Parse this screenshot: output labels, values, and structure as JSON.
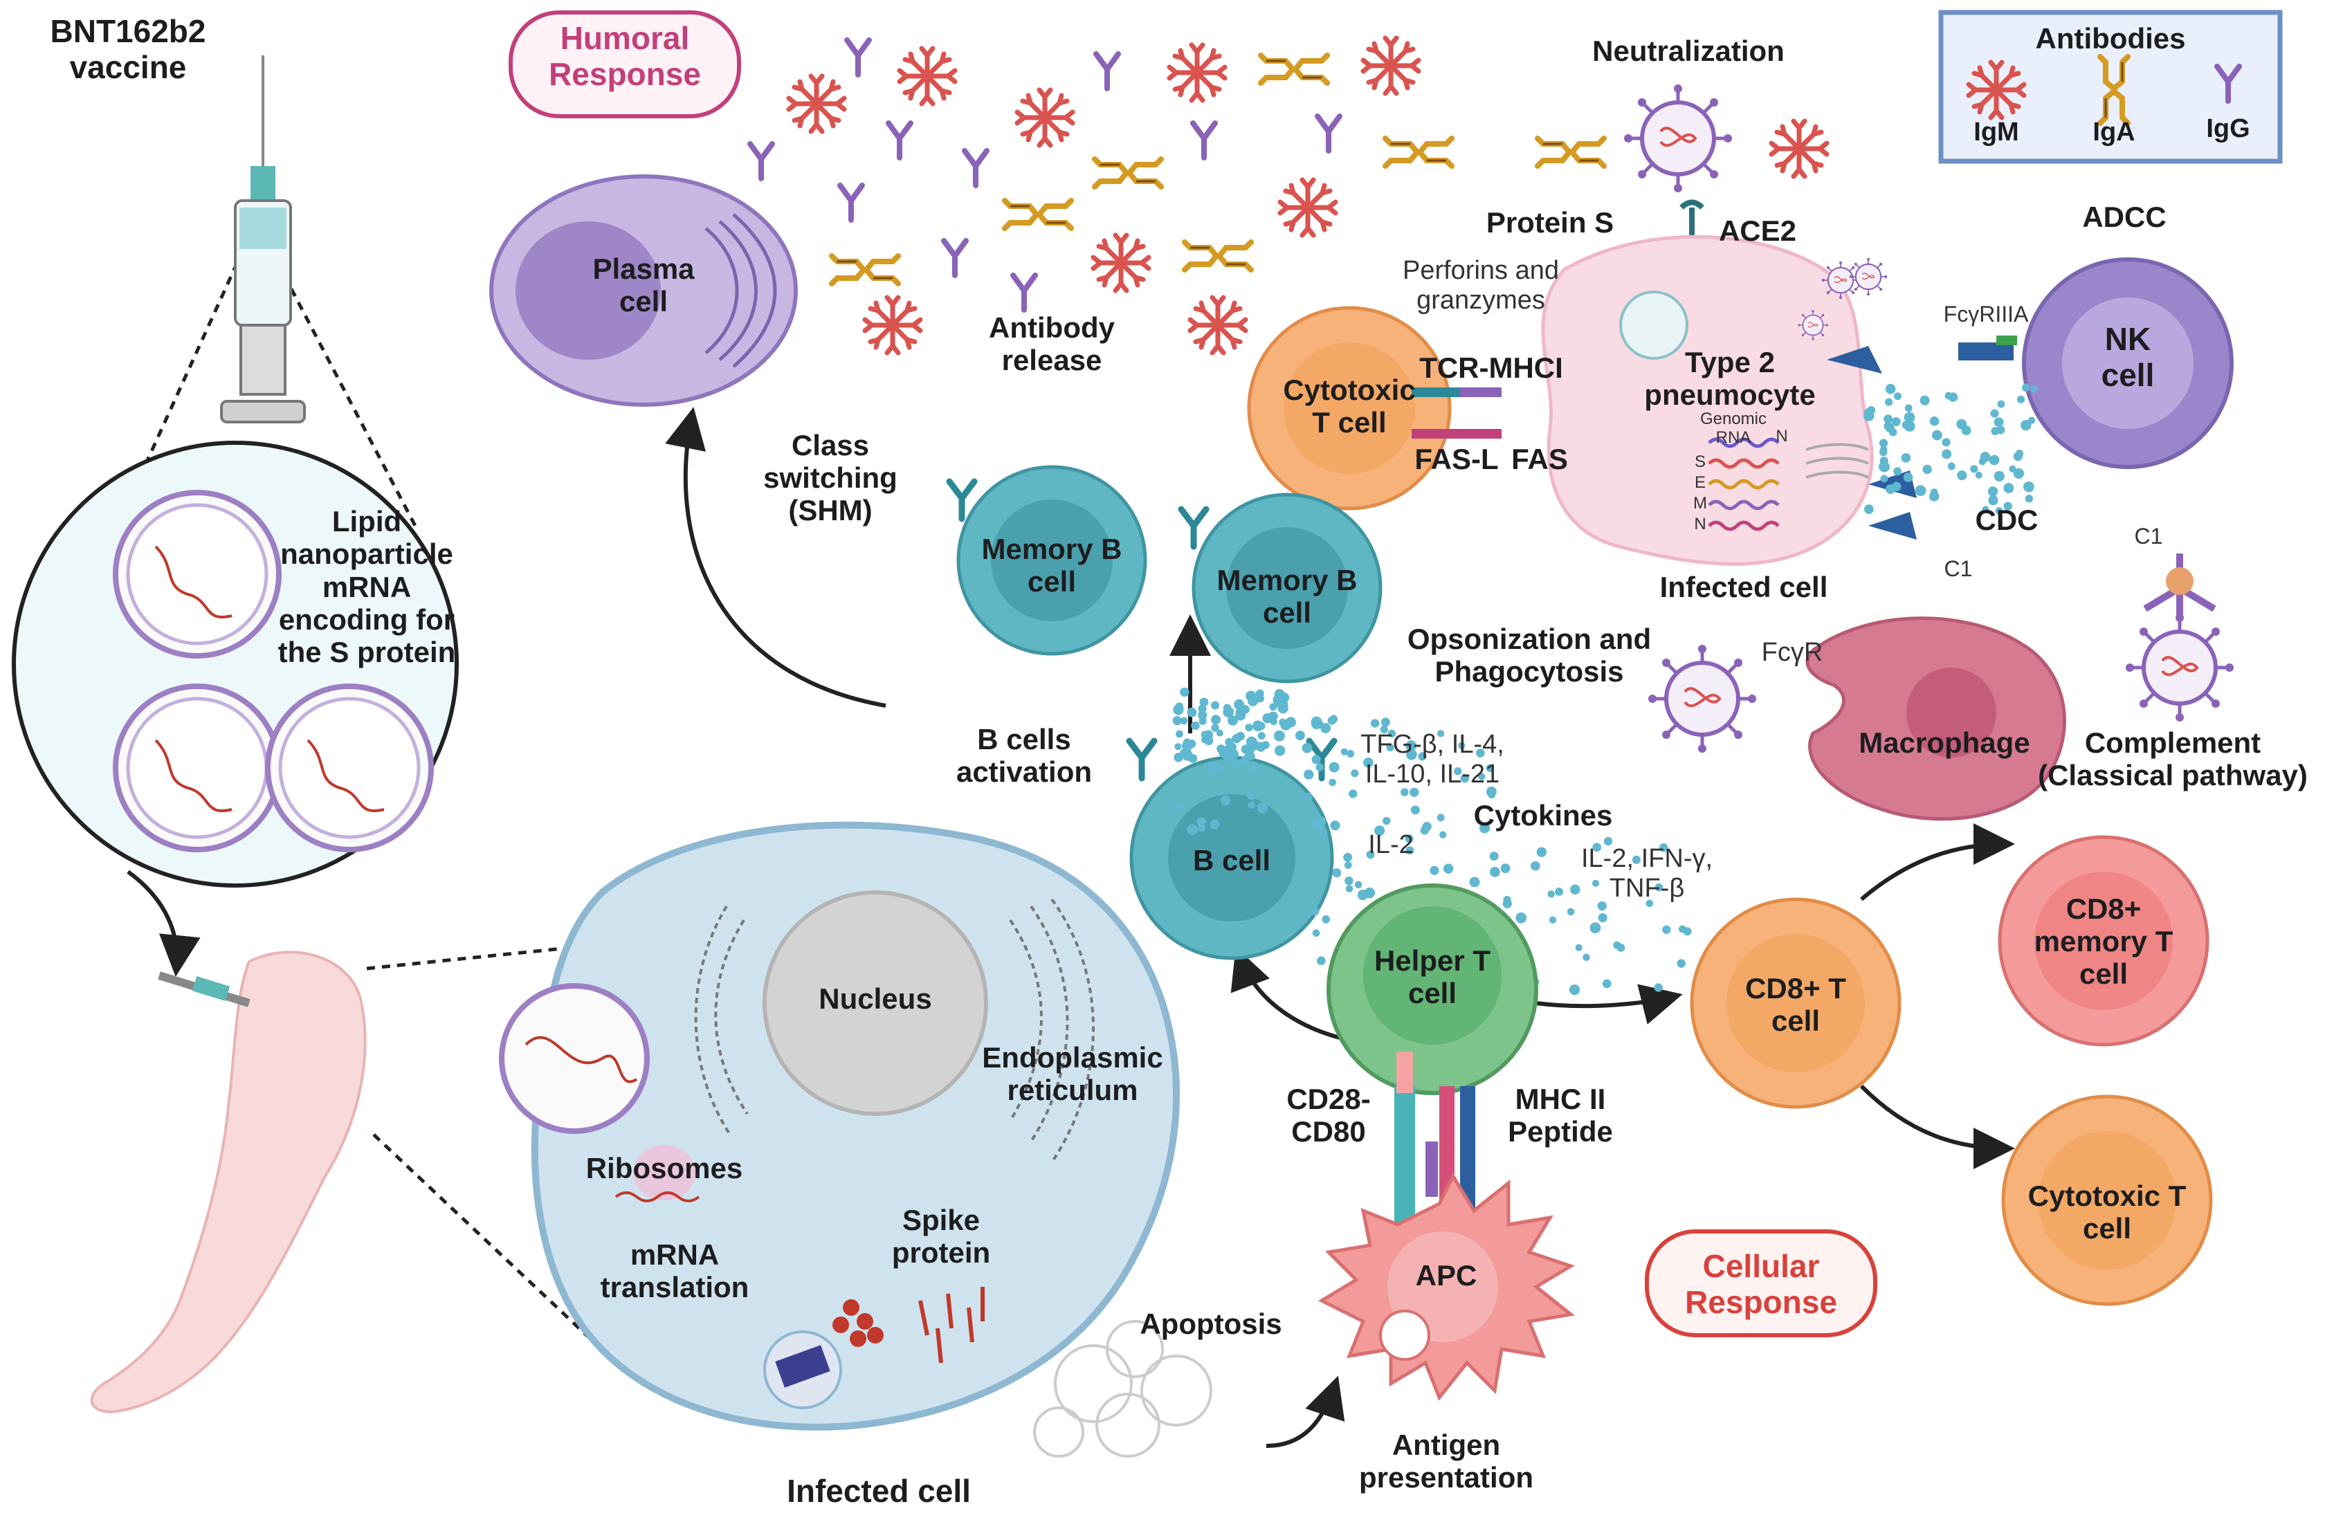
{
  "vaccine": {
    "title": "BNT162b2\nvaccine"
  },
  "lnp": {
    "lipid_label": "Lipid\nnanoparticle",
    "mrna_label": "mRNA\nencoding for\nthe S protein"
  },
  "humoral": {
    "badge": "Humoral\nResponse",
    "plasma_cell": "Plasma\ncell",
    "antibody_release": "Antibody\nrelease",
    "class_switching": "Class\nswitching\n(SHM)",
    "memory_b_1": "Memory B\ncell",
    "memory_b_2": "Memory B\ncell",
    "b_cells_activation": "B cells\nactivation",
    "b_cell": "B cell",
    "cytokines_b": "TFG-β, IL-4,\nIL-10, IL-21",
    "cytokines_title": "Cytokines",
    "il2": "IL-2",
    "cytokines_t": "IL-2, IFN-γ,\nTNF-β"
  },
  "legend": {
    "title": "Antibodies",
    "items": [
      {
        "label": "IgM",
        "color": "#d9534f"
      },
      {
        "label": "IgA",
        "color": "#f0c040"
      },
      {
        "label": "IgG",
        "color": "#8a63b8"
      }
    ]
  },
  "effector": {
    "neutralization": "Neutralization",
    "protein_s": "Protein S",
    "ace2": "ACE2",
    "perforins": "Perforins and\ngranzymes",
    "tcr_mhci": "TCR-MHCI",
    "fasl": "FAS-L",
    "fas": "FAS",
    "cytotoxic_t": "Cytotoxic\nT cell",
    "type2": "Type 2\npneumocyte",
    "genomic_rna": "Genomic\nRNA",
    "n_top": "N",
    "gene_s": "S",
    "gene_e": "E",
    "gene_m": "M",
    "gene_n": "N",
    "infected_cell_top": "Infected cell",
    "adcc": "ADCC",
    "fcgriiia": "FcγRIIIA",
    "nk_cell": "NK\ncell",
    "cdc": "CDC",
    "c1_a": "C1",
    "c1_b": "C1",
    "opsonization": "Opsonization and\nPhagocytosis",
    "fcgr": "FcγR",
    "macrophage": "Macrophage",
    "complement": "Complement\n(Classical pathway)"
  },
  "cellular": {
    "badge": "Cellular\nResponse",
    "helper_t": "Helper T\ncell",
    "cd8": "CD8+ T\ncell",
    "cd8_memory": "CD8+\nmemory T\ncell",
    "cytotoxic_t2": "Cytotoxic T\ncell",
    "cd28": "CD28-\nCD80",
    "mhc2": "MHC II\nPeptide",
    "apc": "APC",
    "antigen_presentation": "Antigen\npresentation"
  },
  "infected": {
    "nucleus": "Nucleus",
    "er": "Endoplasmic\nreticulum",
    "ribosomes": "Ribosomes",
    "mrna_translation": "mRNA\ntranslation",
    "spike": "Spike\nprotein",
    "apoptosis": "Apoptosis",
    "title": "Infected cell"
  },
  "colors": {
    "humoral_badge": "#c2407a",
    "cellular_badge": "#d9413b",
    "plasma": "#b9a4d8",
    "memory_b": "#5fb7c4",
    "helper_t": "#7cc48a",
    "tcell_orange": "#f6b278",
    "cd8_memory": "#f49a9a",
    "nk": "#9b86cc",
    "macrophage": "#d67a92",
    "infected_cell": "#cfe3ef",
    "pneumocyte": "#f9dbe4",
    "igm": "#d9534f",
    "iga": "#d49a22",
    "igg": "#8a63b8"
  },
  "icons": [
    "syringe-icon",
    "antibody-igm-icon",
    "antibody-iga-icon",
    "antibody-igg-icon",
    "virus-icon",
    "arm-icon"
  ]
}
